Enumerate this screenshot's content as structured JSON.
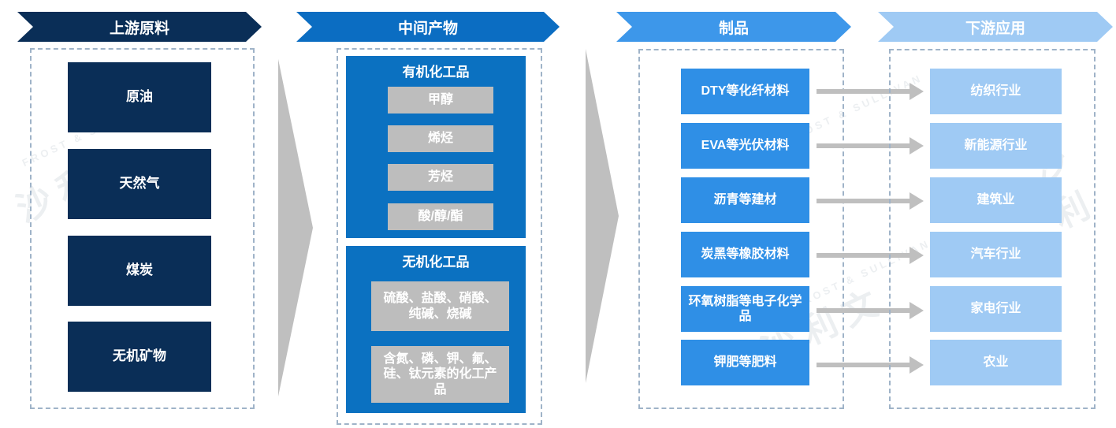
{
  "colors": {
    "header_1": "#0a2e57",
    "header_2": "#0b6dc2",
    "header_3": "#3d97ea",
    "header_4": "#9fcaf4",
    "raw_box": "#0a2e57",
    "group_box": "#0b71c1",
    "gray_box": "#bdbdbd",
    "product_box": "#2f8fe6",
    "app_box": "#9fcaf4",
    "arrow": "#bfbfbf"
  },
  "headers": {
    "upstream": "上游原料",
    "intermediate": "中间产物",
    "products": "制品",
    "downstream": "下游应用"
  },
  "upstream_items": [
    "原油",
    "天然气",
    "煤炭",
    "无机矿物"
  ],
  "intermediate": {
    "organic": {
      "title": "有机化工品",
      "items": [
        "甲醇",
        "烯烃",
        "芳烃",
        "酸/醇/酯"
      ]
    },
    "inorganic": {
      "title": "无机化工品",
      "items": [
        "硫酸、盐酸、硝酸、纯碱、烧碱",
        "含氮、磷、钾、氟、硅、钛元素的化工产品"
      ]
    }
  },
  "products": [
    "DTY等化纤材料",
    "EVA等光伏材料",
    "沥青等建材",
    "炭黑等橡胶材料",
    "环氧树脂等电子化学品",
    "钾肥等肥料"
  ],
  "applications": [
    "纺织行业",
    "新能源行业",
    "建筑业",
    "汽车行业",
    "家电行业",
    "农业"
  ],
  "watermark": {
    "chars": [
      "沙",
      "利",
      "文"
    ],
    "latin": "FROST & SULLIVAN"
  }
}
